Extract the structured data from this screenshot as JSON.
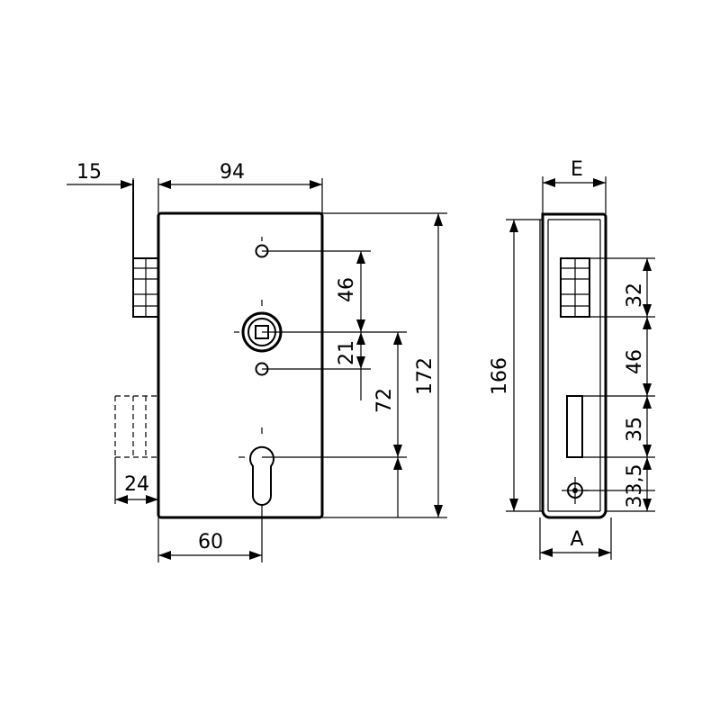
{
  "dimensions": {
    "d15": "15",
    "d94": "94",
    "d46_front": "46",
    "d21": "21",
    "d72": "72",
    "d172": "172",
    "d24": "24",
    "d60": "60",
    "e": "E",
    "d166": "166",
    "d32": "32",
    "d46_side": "46",
    "d35": "35",
    "d33_5": "33,5",
    "a": "A"
  }
}
